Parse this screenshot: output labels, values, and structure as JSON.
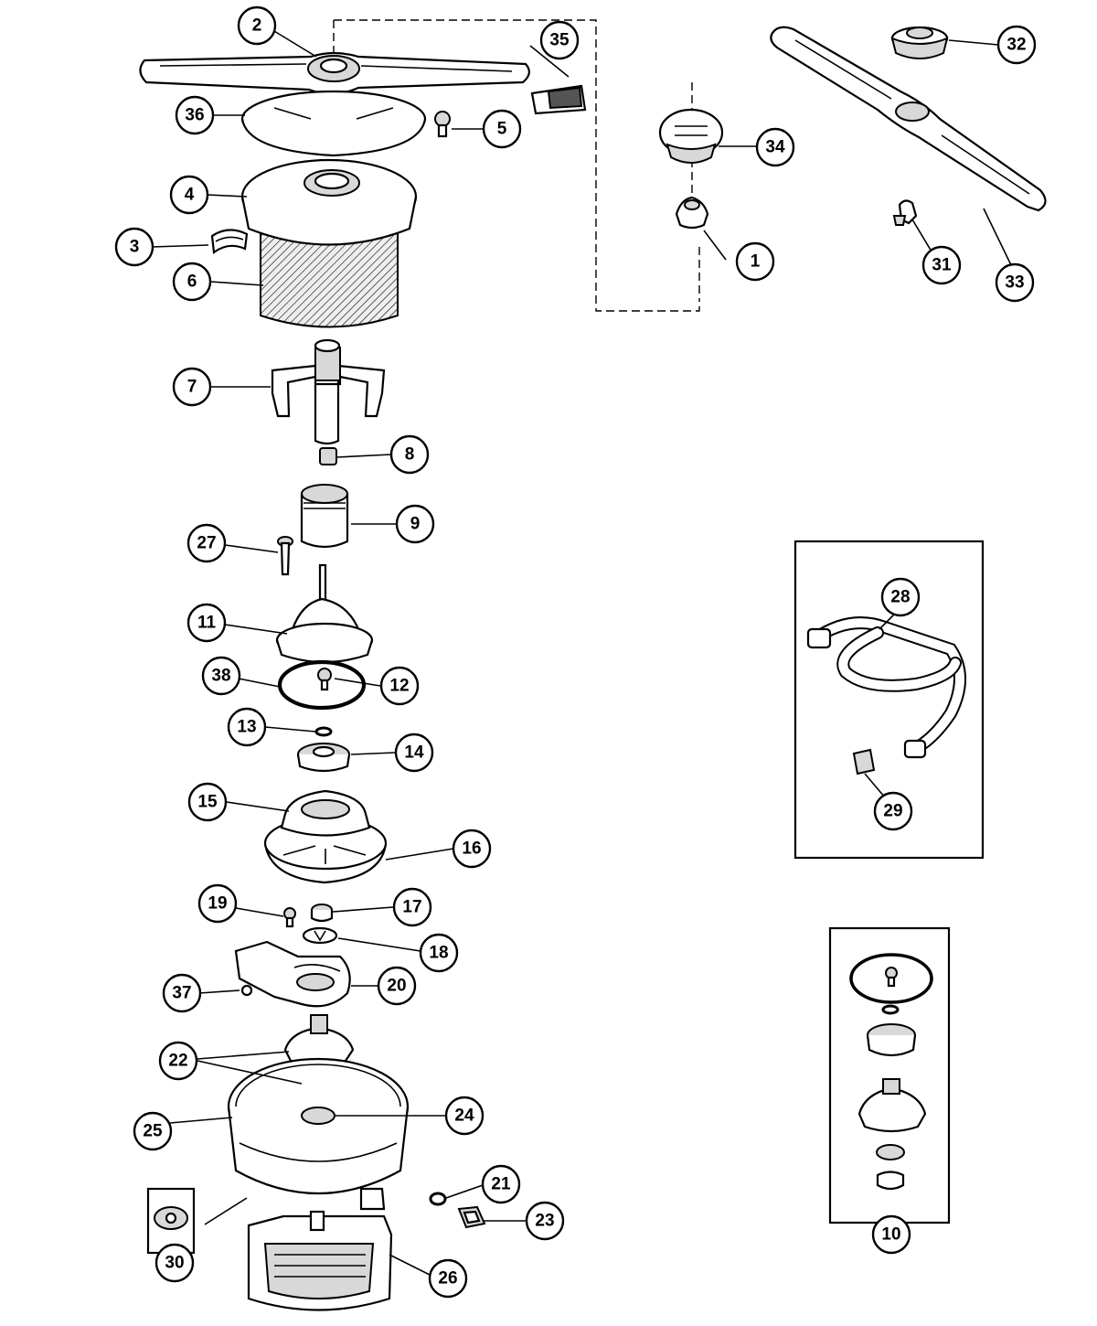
{
  "callouts": [
    {
      "num": "1"
    },
    {
      "num": "2"
    },
    {
      "num": "3"
    },
    {
      "num": "4"
    },
    {
      "num": "5"
    },
    {
      "num": "6"
    },
    {
      "num": "7"
    },
    {
      "num": "8"
    },
    {
      "num": "9"
    },
    {
      "num": "10"
    },
    {
      "num": "11"
    },
    {
      "num": "12"
    },
    {
      "num": "13"
    },
    {
      "num": "14"
    },
    {
      "num": "15"
    },
    {
      "num": "16"
    },
    {
      "num": "17"
    },
    {
      "num": "18"
    },
    {
      "num": "19"
    },
    {
      "num": "20"
    },
    {
      "num": "21"
    },
    {
      "num": "22"
    },
    {
      "num": "23"
    },
    {
      "num": "24"
    },
    {
      "num": "25"
    },
    {
      "num": "26"
    },
    {
      "num": "27"
    },
    {
      "num": "28"
    },
    {
      "num": "29"
    },
    {
      "num": "30"
    },
    {
      "num": "31"
    },
    {
      "num": "32"
    },
    {
      "num": "33"
    },
    {
      "num": "34"
    },
    {
      "num": "35"
    },
    {
      "num": "36"
    },
    {
      "num": "37"
    },
    {
      "num": "38"
    }
  ]
}
